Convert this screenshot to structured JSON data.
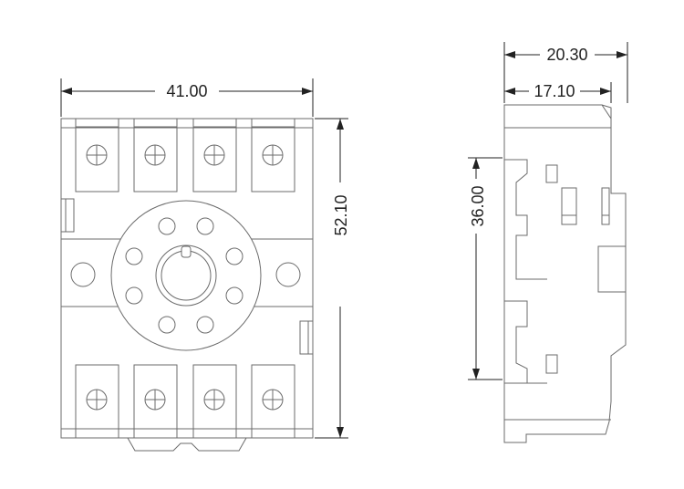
{
  "dimensions": {
    "front_width": "41.00",
    "front_height": "52.10",
    "side_total_width": "20.30",
    "side_inner_width": "17.10",
    "side_height": "36.00"
  },
  "colors": {
    "outline": "#6b6b6b",
    "dimension": "#222222",
    "background": "#ffffff"
  }
}
